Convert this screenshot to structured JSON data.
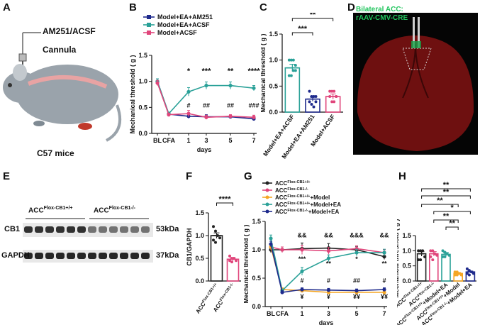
{
  "panel_letters": {
    "A": "A",
    "B": "B",
    "C": "C",
    "D": "D",
    "E": "E",
    "F": "F",
    "G": "G",
    "H": "H"
  },
  "panel_a": {
    "drug": "AM251/ACSF",
    "cannula": "Cannula",
    "mouse": "C57 mice"
  },
  "panel_d": {
    "line1": "Bilateral ACC:",
    "line2": "rAAV-CMV-CRE",
    "label_color": "#22c55e"
  },
  "panel_e": {
    "group1": "ACC",
    "group1_sup": "Flox-CB1+/+",
    "group2": "ACC",
    "group2_sup": "Flox-CB1-/-",
    "band1": "CB1",
    "band1_kda": "53kDa",
    "band2": "GAPDH",
    "band2_kda": "37kDa"
  },
  "chart_data": [
    {
      "panel": "B",
      "type": "line",
      "ylabel": "Mechanical threshold ( g )",
      "xlabel": "days",
      "categories": [
        "BL",
        "CFA",
        "1",
        "3",
        "5",
        "7"
      ],
      "ylim": [
        0,
        1.5
      ],
      "yticks": [
        "0.0",
        "0.5",
        "1.0",
        "1.5"
      ],
      "series": [
        {
          "name": "Model+EA+AM251",
          "color": "#1e2a8c",
          "values": [
            1.0,
            0.37,
            0.33,
            0.32,
            0.32,
            0.28
          ],
          "errors": [
            0.05,
            0.03,
            0.04,
            0.04,
            0.03,
            0.03
          ]
        },
        {
          "name": "Model+EA+ACSF",
          "color": "#2aa198",
          "values": [
            1.0,
            0.38,
            0.8,
            0.92,
            0.92,
            0.87
          ],
          "errors": [
            0.05,
            0.03,
            0.08,
            0.07,
            0.07,
            0.05
          ]
        },
        {
          "name": "Model+ACSF",
          "color": "#e0457b",
          "values": [
            0.97,
            0.36,
            0.38,
            0.31,
            0.33,
            0.31
          ],
          "errors": [
            0.05,
            0.03,
            0.06,
            0.04,
            0.03,
            0.04
          ]
        }
      ],
      "sig_top": [
        "",
        "",
        "*",
        "***",
        "**",
        "****"
      ],
      "sig_bottom": [
        "",
        "",
        "#",
        "##",
        "##",
        "###"
      ]
    },
    {
      "panel": "C",
      "type": "bar",
      "ylabel": "Mechanical threshold ( g )",
      "categories": [
        "Model+EA+ACSF",
        "Model+EA+AM251",
        "Model+ACSF"
      ],
      "ylim": [
        0,
        1.5
      ],
      "yticks": [
        "0.0",
        "0.5",
        "1.0",
        "1.5"
      ],
      "values": [
        0.85,
        0.25,
        0.3
      ],
      "errors": [
        0.07,
        0.04,
        0.05
      ],
      "colors": [
        "#2aa198",
        "#1e2a8c",
        "#e0457b"
      ],
      "points": [
        [
          1.0,
          1.0,
          1.0,
          0.8,
          0.7,
          0.7,
          0.8,
          0.9
        ],
        [
          0.4,
          0.3,
          0.3,
          0.2,
          0.2,
          0.15,
          0.1,
          0.3
        ],
        [
          0.4,
          0.4,
          0.4,
          0.3,
          0.3,
          0.2,
          0.2,
          0.3
        ]
      ],
      "brackets": [
        {
          "a": 0,
          "b": 1,
          "label": "***"
        },
        {
          "a": 0,
          "b": 2,
          "label": "**"
        }
      ]
    },
    {
      "panel": "F",
      "type": "bar",
      "ylabel": "CB1/GAPDH",
      "categories": [
        "ACC",
        "ACC"
      ],
      "category_sup": [
        "Flox-CB1+/+",
        "Flox-CB1-/-"
      ],
      "ylim": [
        0,
        1.5
      ],
      "yticks": [
        "0.0",
        "0.5",
        "1.0",
        "1.5"
      ],
      "values": [
        1.0,
        0.48
      ],
      "errors": [
        0.06,
        0.03
      ],
      "colors": [
        "#222222",
        "#e0457b"
      ],
      "points": [
        [
          1.2,
          1.1,
          1.0,
          0.95,
          0.9,
          0.85
        ],
        [
          0.55,
          0.5,
          0.5,
          0.45,
          0.45,
          0.42
        ]
      ],
      "brackets": [
        {
          "a": 0,
          "b": 1,
          "label": "****"
        }
      ]
    },
    {
      "panel": "G",
      "type": "line",
      "ylabel": "Mechanical threshold ( g )",
      "xlabel": "days",
      "categories": [
        "BL",
        "CFA",
        "1",
        "3",
        "5",
        "7"
      ],
      "ylim": [
        0,
        1.5
      ],
      "yticks": [
        "0.0",
        "0.5",
        "1.0",
        "1.5"
      ],
      "series": [
        {
          "name": "ACC",
          "sup": "Flox-CB1+/+",
          "suffix": "",
          "color": "#222222",
          "values": [
            1.0,
            1.0,
            1.02,
            1.03,
            1.0,
            0.88
          ],
          "errors": [
            0.05,
            0.05,
            0.1,
            0.08,
            0.06,
            0.05
          ]
        },
        {
          "name": "ACC",
          "sup": "Flox-CB1-/-",
          "suffix": "",
          "color": "#e0457b",
          "values": [
            1.05,
            1.0,
            1.0,
            0.98,
            1.02,
            0.95
          ],
          "errors": [
            0.05,
            0.05,
            0.08,
            0.06,
            0.05,
            0.05
          ]
        },
        {
          "name": "ACC",
          "sup": "Flox-CB1+/+",
          "suffix": "+Model",
          "color": "#f5a623",
          "values": [
            1.05,
            0.3,
            0.28,
            0.25,
            0.25,
            0.25
          ],
          "errors": [
            0.05,
            0.03,
            0.03,
            0.03,
            0.03,
            0.03
          ]
        },
        {
          "name": "ACC",
          "sup": "Flox-CB1+/+",
          "suffix": "+Model+EA",
          "color": "#2aa198",
          "values": [
            1.2,
            0.28,
            0.62,
            0.85,
            0.95,
            0.95
          ],
          "errors": [
            0.06,
            0.03,
            0.07,
            0.06,
            0.06,
            0.06
          ]
        },
        {
          "name": "ACC",
          "sup": "Flox-CB1-/-",
          "suffix": "+Model+EA",
          "color": "#1e2a8c",
          "values": [
            1.1,
            0.25,
            0.3,
            0.29,
            0.28,
            0.3
          ],
          "errors": [
            0.05,
            0.03,
            0.03,
            0.03,
            0.03,
            0.03
          ]
        }
      ],
      "sig_labels": [
        {
          "x": 2,
          "y": 1.22,
          "t": "&&"
        },
        {
          "x": 3,
          "y": 1.22,
          "t": "&&"
        },
        {
          "x": 4,
          "y": 1.22,
          "t": "&&&"
        },
        {
          "x": 5,
          "y": 1.22,
          "t": "&&"
        },
        {
          "x": 2,
          "y": 0.8,
          "t": "***"
        },
        {
          "x": 3,
          "y": 0.72,
          "t": "**"
        },
        {
          "x": 4,
          "y": 0.8,
          "t": "*"
        },
        {
          "x": 5,
          "y": 0.72,
          "t": "**"
        },
        {
          "x": 2,
          "y": 0.42,
          "t": "#"
        },
        {
          "x": 3,
          "y": 0.42,
          "t": "#"
        },
        {
          "x": 4,
          "y": 0.42,
          "t": "##"
        },
        {
          "x": 5,
          "y": 0.42,
          "t": "#"
        },
        {
          "x": 2,
          "y": 0.14,
          "t": "¥"
        },
        {
          "x": 3,
          "y": 0.14,
          "t": "¥"
        },
        {
          "x": 4,
          "y": 0.14,
          "t": "¥¥"
        },
        {
          "x": 5,
          "y": 0.14,
          "t": "¥¥"
        }
      ]
    },
    {
      "panel": "H",
      "type": "bar",
      "ylabel": "Mechanical threshold ( g )",
      "categories": [
        "ACC",
        "ACC",
        "ACC",
        "ACC",
        "ACC"
      ],
      "category_sup": [
        "Flox-CB1+/+",
        "Flox-CB1-/-",
        "Flox-CB1+/+",
        "Flox-CB1+/+",
        "Flox-CB1-/-"
      ],
      "category_suffix": [
        "",
        "",
        "+Model+EA",
        "+Model",
        "+Model+EA"
      ],
      "ylim": [
        0,
        1.5
      ],
      "yticks": [
        "0.0",
        "0.5",
        "1.0",
        "1.5"
      ],
      "values": [
        0.9,
        0.9,
        0.88,
        0.25,
        0.3
      ],
      "errors": [
        0.08,
        0.07,
        0.06,
        0.03,
        0.03
      ],
      "colors": [
        "#222222",
        "#e0457b",
        "#2aa198",
        "#f5a623",
        "#1e2a8c"
      ],
      "points": [
        [
          1.0,
          1.0,
          1.0,
          0.8,
          0.7,
          0.7
        ],
        [
          1.0,
          1.0,
          0.9,
          0.85,
          0.8,
          0.7
        ],
        [
          1.0,
          0.95,
          0.9,
          0.85,
          0.8,
          0.8
        ],
        [
          0.3,
          0.3,
          0.25,
          0.2,
          0.2,
          0.2
        ],
        [
          0.4,
          0.35,
          0.3,
          0.25,
          0.25,
          0.2
        ]
      ],
      "brackets": [
        {
          "a": 0,
          "b": 4,
          "label": "**"
        },
        {
          "a": 0,
          "b": 4,
          "label": "**"
        },
        {
          "a": 0,
          "b": 3,
          "label": "**"
        },
        {
          "a": 1,
          "b": 4,
          "label": "*"
        },
        {
          "a": 1,
          "b": 3,
          "label": "**"
        },
        {
          "a": 2,
          "b": 3,
          "label": "**"
        }
      ]
    }
  ]
}
